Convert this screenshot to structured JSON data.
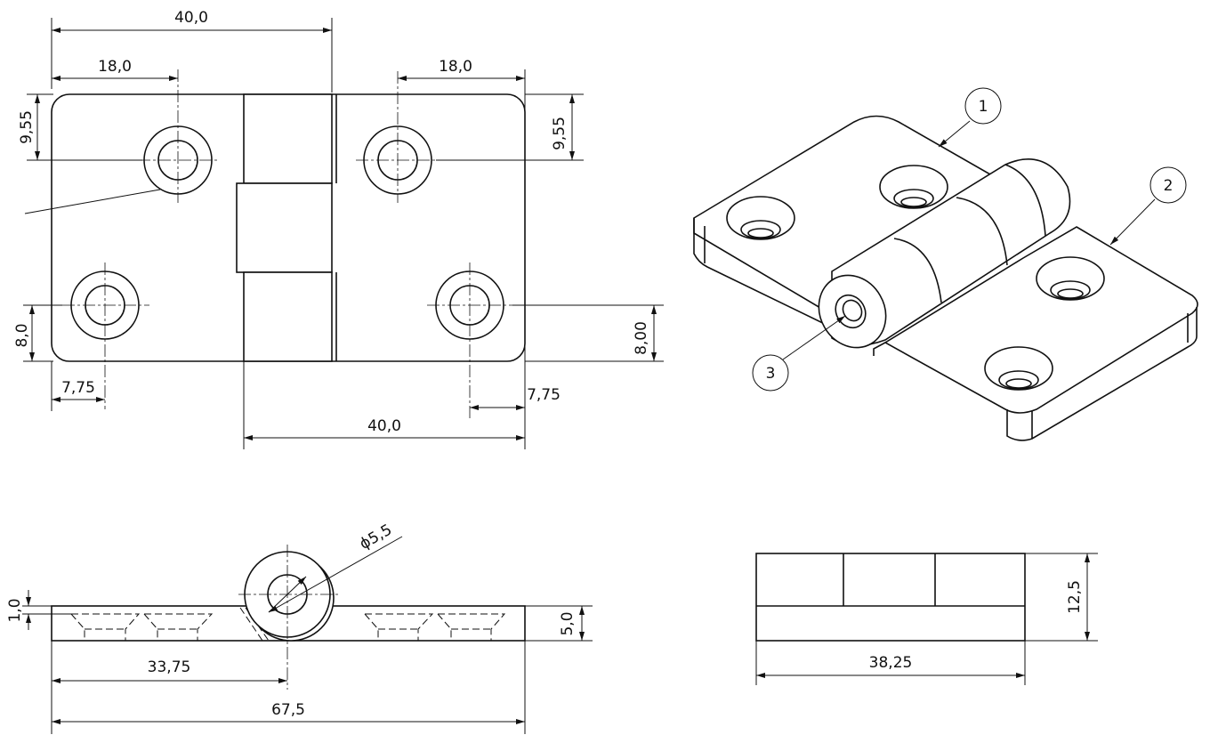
{
  "dims": {
    "top_width": "40,0",
    "hole_offset_left": "18,0",
    "hole_offset_right": "18,0",
    "hole_vert_left": "9,55",
    "hole_vert_right": "9,55",
    "lower_hole_left": "8,0",
    "lower_hole_right": "8,00",
    "edge_left": "7,75",
    "edge_right": "7,75",
    "bottom_width": "40,0",
    "pin_diameter": "ϕ5,5",
    "countersink_depth": "1,0",
    "thickness": "5,0",
    "pin_position": "33,75",
    "overall_length": "67,5",
    "height": "12,5",
    "knuckle_length": "38,25"
  },
  "balloons": [
    "1",
    "2",
    "3"
  ]
}
